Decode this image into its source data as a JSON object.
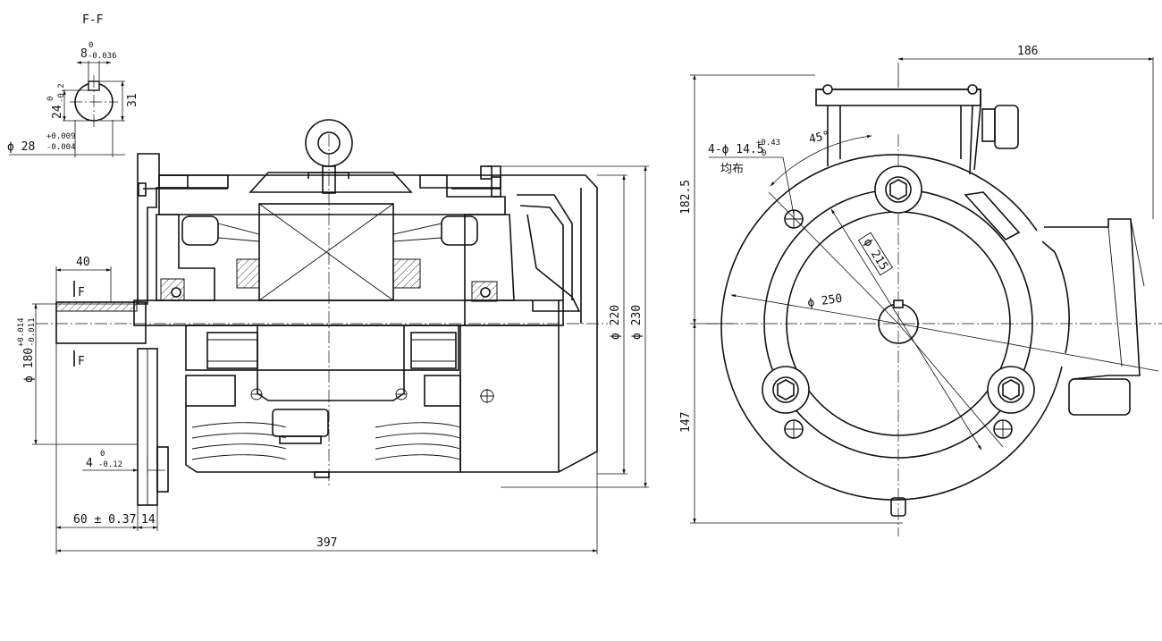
{
  "section_label": "F-F",
  "key_section": {
    "width_nominal": "8",
    "width_tol_upper": "0",
    "width_tol_lower": "-0.036",
    "depth_nominal": "24",
    "depth_tol_upper": "0",
    "depth_tol_lower": "-0.2",
    "height": "31",
    "shaft_dia": "ϕ 28",
    "shaft_tol_upper": "+0.009",
    "shaft_tol_lower": "-0.004"
  },
  "side_view": {
    "shaft_length": "40",
    "section_mark": "F",
    "spigot_dia": "ϕ 180",
    "spigot_tol_upper": "+0.014",
    "spigot_tol_lower": "-0.011",
    "spigot_depth": "4",
    "spigot_depth_tol_upper": "0",
    "spigot_depth_tol_lower": "-0.12",
    "shaft_overall": "60 ± 0.37",
    "flange_thickness": "14",
    "overall_length": "397",
    "body_dia_220": "ϕ 220",
    "body_dia_230": "ϕ 230"
  },
  "end_view": {
    "width_to_tbox": "186",
    "height_above_axis": "182.5",
    "height_below_axis": "147",
    "holes_label": "4-ϕ 14.5",
    "holes_tol_upper": "+0.43",
    "holes_tol_lower": "0",
    "holes_note": "均布",
    "angle": "45°",
    "pcd": "ϕ 215",
    "flange_dia": "ϕ 250"
  }
}
